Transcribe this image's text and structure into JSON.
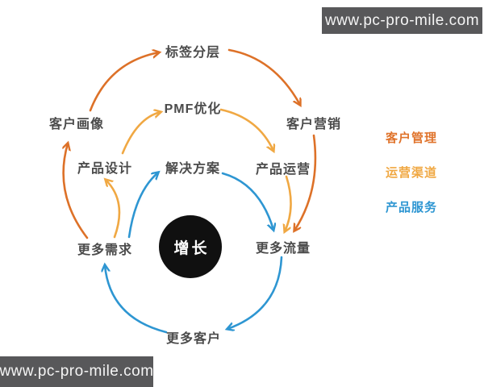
{
  "watermarks": {
    "top_right": "www.pc-pro-mile.com",
    "bottom_left": "www.pc-pro-mile.com"
  },
  "diagram": {
    "center": {
      "label": "增长"
    },
    "nodes": {
      "label_tiering": "标签分层",
      "customer_profile": "客户画像",
      "customer_marketing": "客户营销",
      "pmf_optimization": "PMF优化",
      "product_design": "产品设计",
      "product_operations": "产品运营",
      "solution": "解决方案",
      "more_demand": "更多需求",
      "more_traffic": "更多流量",
      "more_customers": "更多客户"
    },
    "loops": [
      {
        "name": "客户管理",
        "color": "#E0742C",
        "sequence": [
          "更多需求",
          "客户画像",
          "标签分层",
          "客户营销",
          "更多流量"
        ]
      },
      {
        "name": "运营渠道",
        "color": "#F0A843",
        "sequence": [
          "更多需求",
          "产品设计",
          "PMF优化",
          "产品运营",
          "更多流量"
        ]
      },
      {
        "name": "产品服务",
        "color": "#2E96D2",
        "sequence": [
          "更多需求",
          "解决方案",
          "更多流量",
          "更多客户",
          "更多需求"
        ]
      }
    ],
    "center_circle_color": "#101010",
    "label_color": "#4b4b4b"
  },
  "legend": {
    "items": [
      {
        "label": "客户管理",
        "color": "#E0742C"
      },
      {
        "label": "运营渠道",
        "color": "#F0A843"
      },
      {
        "label": "产品服务",
        "color": "#2E96D2"
      }
    ]
  }
}
